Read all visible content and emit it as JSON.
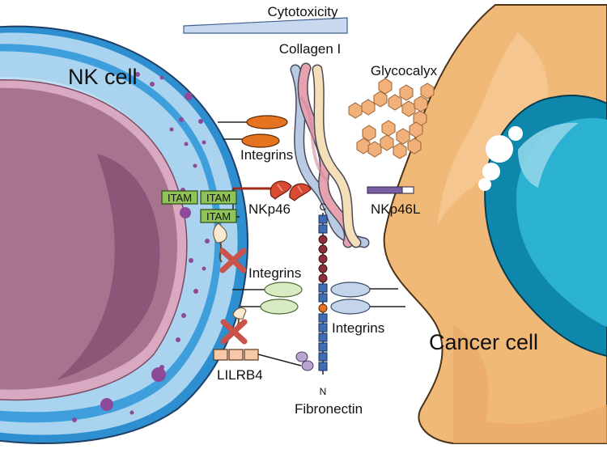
{
  "header": {
    "gradient_label": "Cytotoxicity"
  },
  "cells": {
    "nk": "NK cell",
    "cancer": "Cancer cell"
  },
  "labels": {
    "collagen": "Collagen I",
    "glycocalyx": "Glycocalyx",
    "integrins_top": "Integrins",
    "integrins_middle": "Integrins",
    "integrins_right": "Integrins",
    "nkp46": "NKp46",
    "nkp46l": "NKp46L",
    "lilrb4": "LILRB4",
    "fibronectin": "Fibronectin",
    "itam": [
      "ITAM",
      "ITAM",
      "ITAM"
    ],
    "fibronectin_c": "C",
    "fibronectin_n": "N"
  },
  "colors": {
    "nk_nucleus": "#a8738f",
    "nk_cytoplasm": "#a9d3ee",
    "nk_membrane": "#2d8fd0",
    "granule": "#8e4a98",
    "cancer_cell": "#f1b978",
    "cancer_nucleus": "#1e9ec0",
    "integrin_orange": "#e6731f",
    "integrin_green": "#d9ebc3",
    "integrin_blue": "#c4d4ea",
    "itam": "#8fc259",
    "nkp46": "#d84b32",
    "nkp46l": "#7a5ea3",
    "glycocalyx": "#f2b07a",
    "inhibit_cross": "#c9534a"
  }
}
